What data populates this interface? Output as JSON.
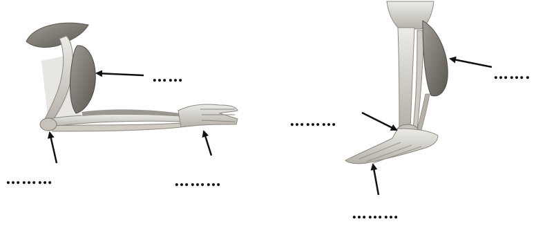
{
  "figure": {
    "left_panel": {
      "name": "arm",
      "labels": [
        {
          "id": "arm-muscle-blank",
          "text": "……"
        },
        {
          "id": "elbow-joint-blank",
          "text": "………"
        },
        {
          "id": "wrist-hand-blank",
          "text": "………"
        }
      ]
    },
    "right_panel": {
      "name": "leg",
      "labels": [
        {
          "id": "calf-muscle-blank",
          "text": "……."
        },
        {
          "id": "ankle-joint-blank",
          "text": "………"
        },
        {
          "id": "heel-blank",
          "text": "………"
        }
      ]
    }
  },
  "colors": {
    "bone": "#d9d6cf",
    "bone_shadow": "#9a958c",
    "muscle": "#7b7670",
    "muscle_dark": "#4f4b47",
    "arrow": "#111111"
  }
}
